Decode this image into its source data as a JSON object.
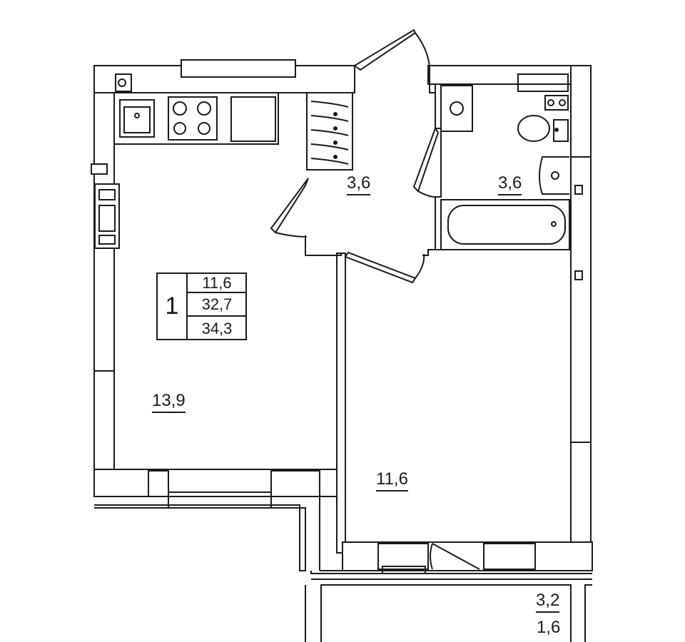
{
  "apartment": {
    "rooms_count": "1",
    "living_area": "11,6",
    "total_area": "32,7",
    "total_area_with_balcony": "34,3"
  },
  "rooms": {
    "kitchen_area": "13,9",
    "bedroom_area": "11,6",
    "hall_area": "3,6",
    "bathroom_area": "3,6",
    "balcony_area_full": "3,2",
    "balcony_area_reduced": "1,6"
  }
}
